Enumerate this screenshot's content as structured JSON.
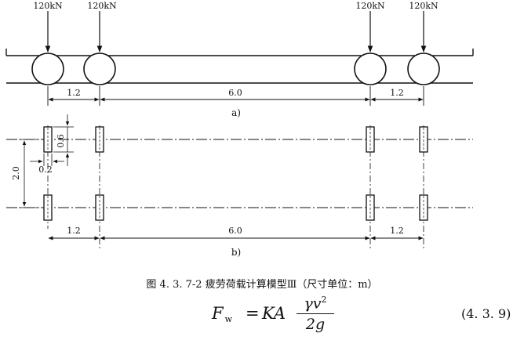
{
  "diagram": {
    "loads": [
      "120kN",
      "120kN",
      "120kN",
      "120kN"
    ],
    "top_dims": [
      "1.2",
      "6.0",
      "1.2"
    ],
    "top_label": "a)",
    "plan_dims": {
      "tire_length": "0.6",
      "tire_width": "0.2",
      "track": "2.0"
    },
    "bottom_dims": [
      "1.2",
      "6.0",
      "1.2"
    ],
    "bottom_label": "b)"
  },
  "caption": "图 4. 3. 7-2   疲劳荷载计算模型Ⅲ（尺寸单位：m）",
  "formula": {
    "lhs": "F",
    "lhs_sub": "w",
    "equals": "=",
    "rhs_prefix": "KA",
    "numerator": "γv",
    "numerator_exp": "2",
    "denominator": "2g",
    "number": "(4. 3. 9)"
  }
}
